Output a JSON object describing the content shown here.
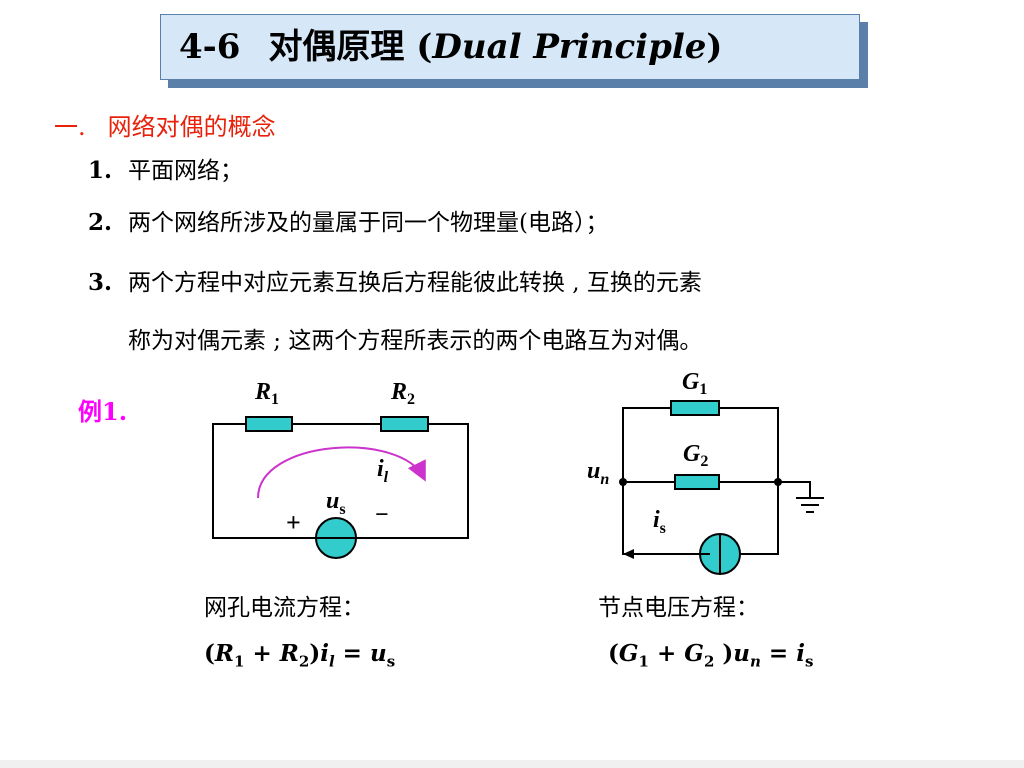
{
  "title": {
    "number": "4-6",
    "cn": "对偶原理 (",
    "en": "Dual  Principle",
    "close": ")"
  },
  "section": {
    "label": "一.",
    "text": "网络对偶的概念"
  },
  "items": [
    {
      "num": "1.",
      "text": "平面网络；"
    },
    {
      "num": "2.",
      "text": "两个网络所涉及的量属于同一个物理量(电路）；"
    },
    {
      "num": "3.",
      "text": "两个方程中对应元素互换后方程能彼此转换 , 互换的元素",
      "cont": "称为对偶元素 ; 这两个方程所表示的两个电路互为对偶。"
    }
  ],
  "example": "例1.",
  "left_circuit": {
    "r1": {
      "sym": "R",
      "sub": "1"
    },
    "r2": {
      "sym": "R",
      "sub": "2"
    },
    "current": {
      "sym": "i",
      "sub": "l"
    },
    "source": {
      "sym": "u",
      "sub": "s"
    },
    "plus": "+",
    "minus": "−",
    "eq_label": "网孔电流方程：",
    "equation": {
      "p1": "(",
      "r1": "R",
      "r1s": "1",
      "plus": " + ",
      "r2": "R",
      "r2s": "2",
      "p2": ")",
      "i": "i",
      "is": "l",
      "eq": " = ",
      "u": "u",
      "us": "s"
    }
  },
  "right_circuit": {
    "g1": {
      "sym": "G",
      "sub": "1"
    },
    "g2": {
      "sym": "G",
      "sub": "2"
    },
    "node": {
      "sym": "u",
      "sub": "n"
    },
    "source": {
      "sym": "i",
      "sub": "s"
    },
    "eq_label": "节点电压方程：",
    "equation": {
      "p1": "(",
      "g1": "G",
      "g1s": "1",
      "plus": " + ",
      "g2": "G",
      "g2s": "2",
      "p2": " )",
      "u": "u",
      "us": "n",
      "eq": " = ",
      "i": "i",
      "is": "s"
    }
  },
  "colors": {
    "title_bg": "#d6e8f8",
    "title_border": "#5a7fa8",
    "section": "#e8220a",
    "example": "#ff00ff",
    "element_fill": "#33cccc",
    "arrow": "#cc33cc"
  }
}
